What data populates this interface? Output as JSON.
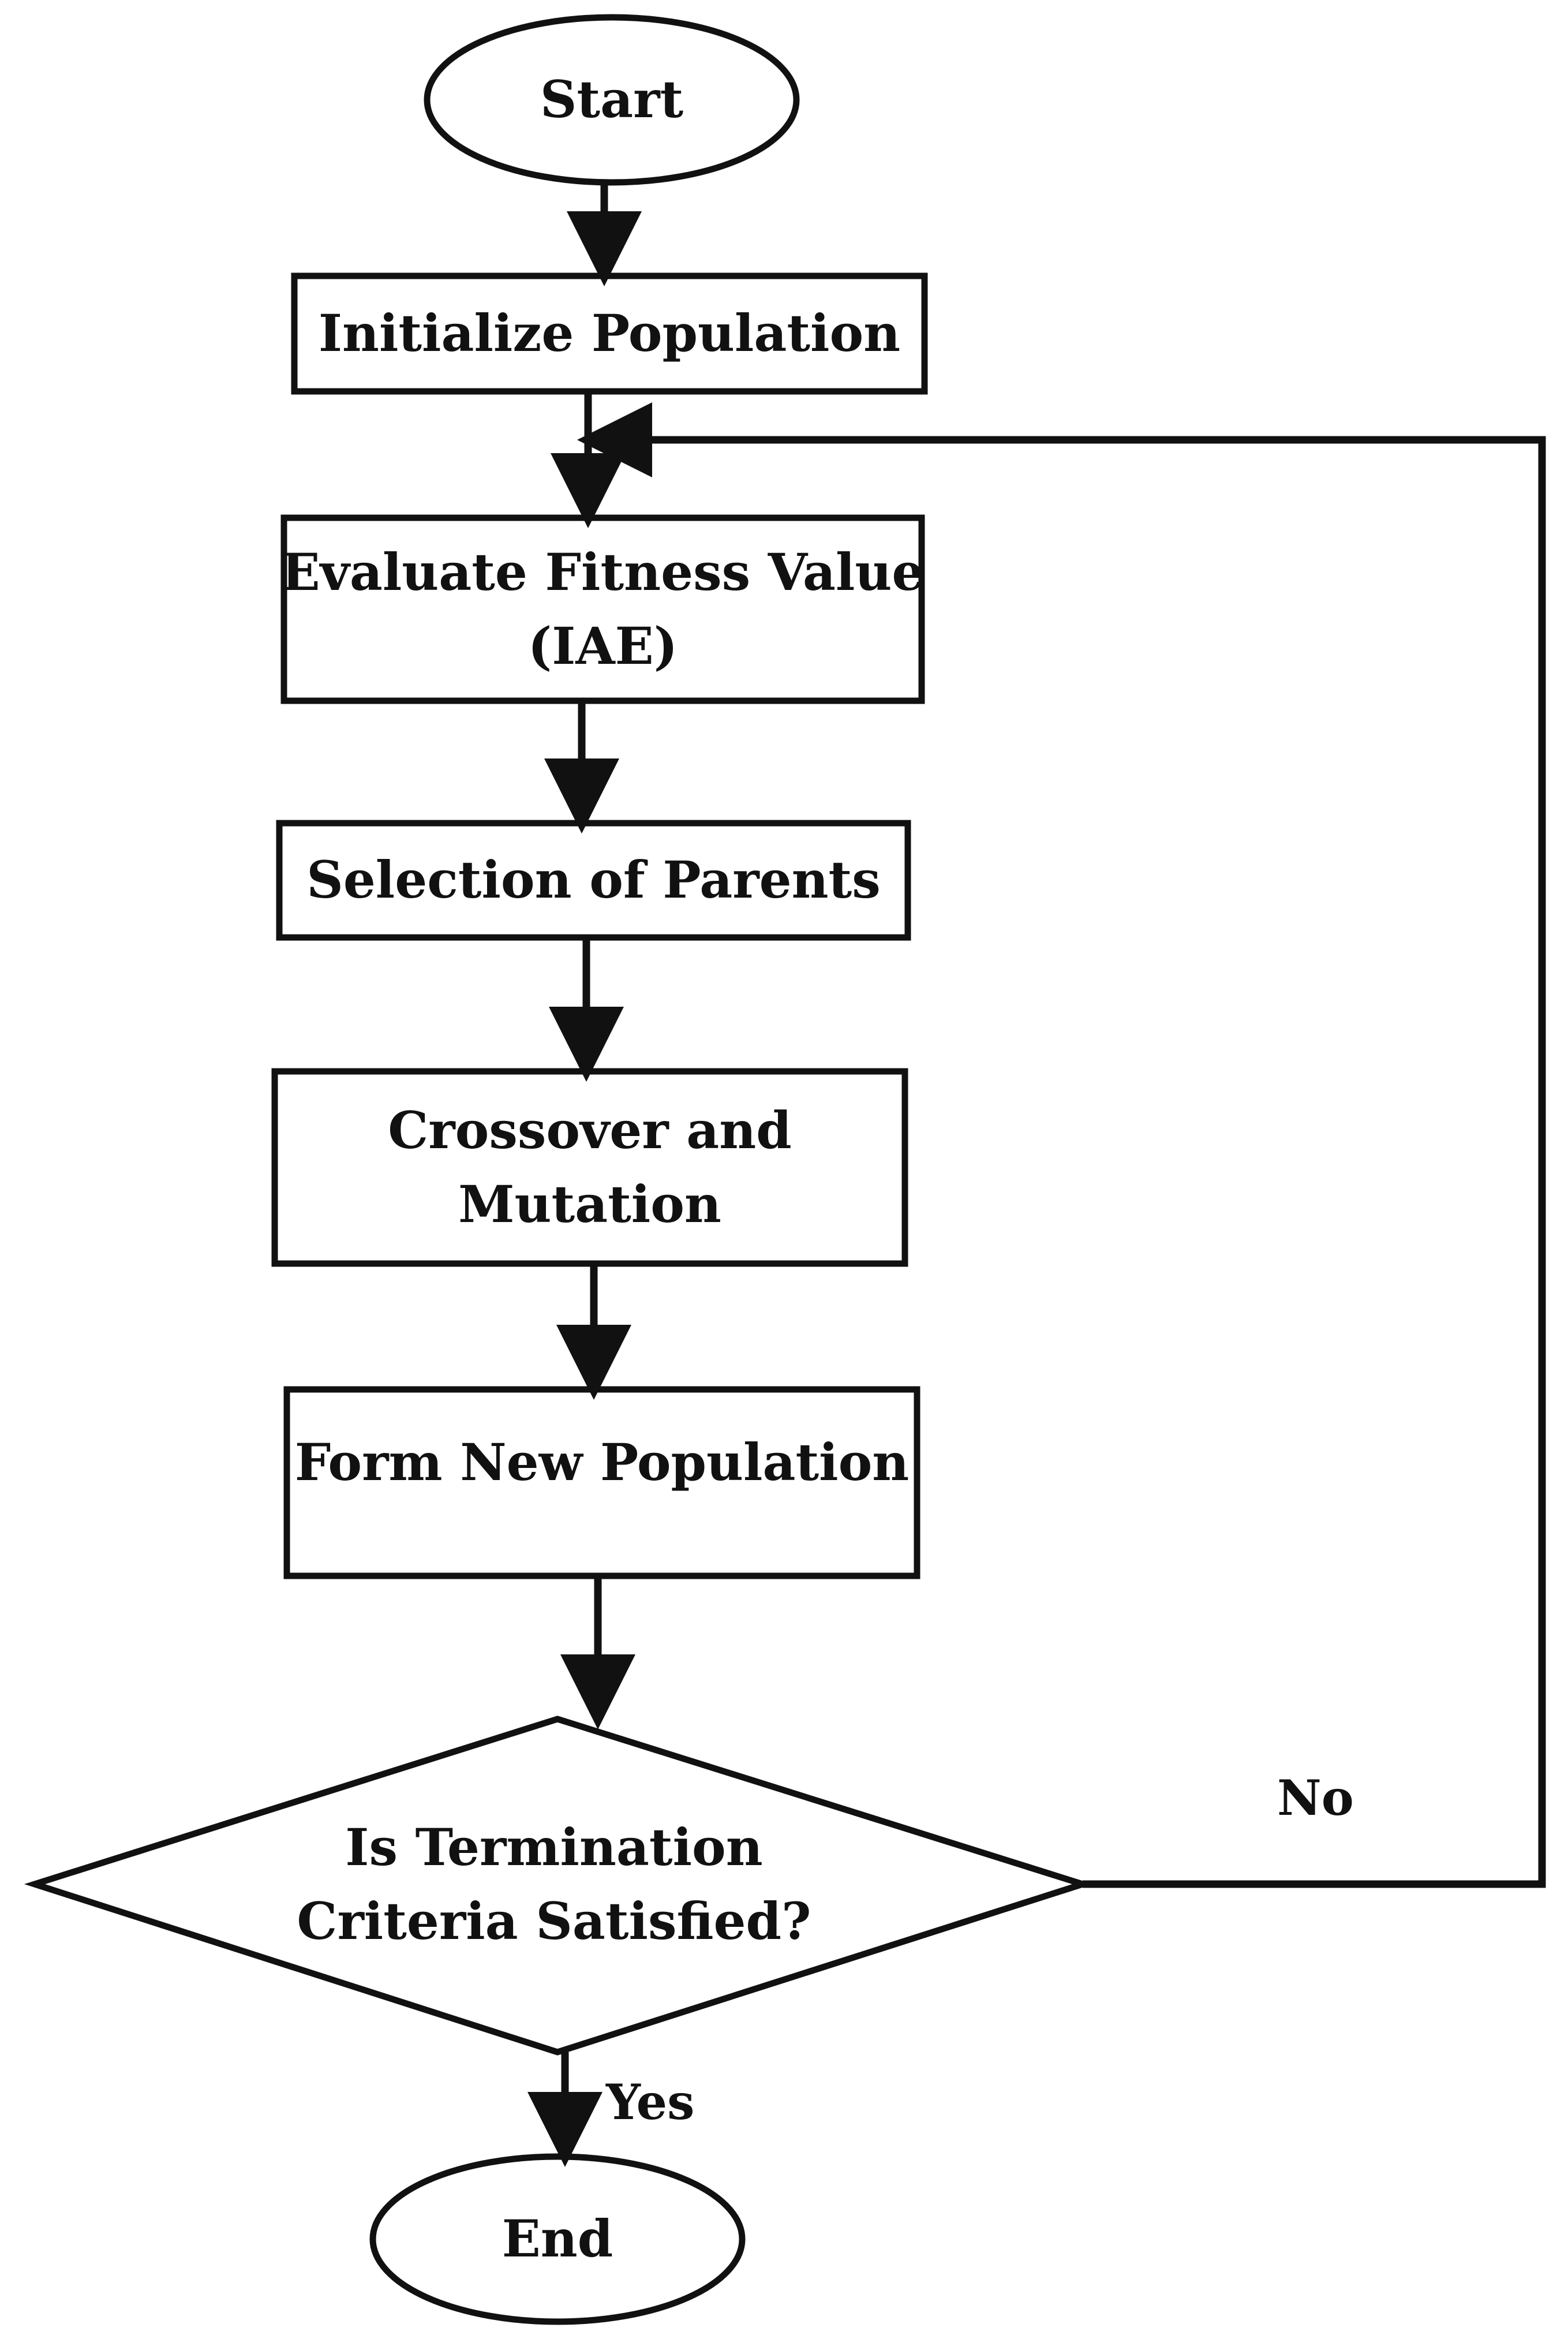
{
  "diagram": {
    "type": "flowchart",
    "nodes": {
      "start": {
        "shape": "ellipse",
        "lines": [
          "Start"
        ]
      },
      "init": {
        "shape": "rectangle",
        "lines": [
          "Initialize Population"
        ]
      },
      "evaluate": {
        "shape": "rectangle",
        "lines": [
          "Evaluate Fitness Value",
          "(IAE)"
        ]
      },
      "selection": {
        "shape": "rectangle",
        "lines": [
          "Selection of Parents"
        ]
      },
      "crossover": {
        "shape": "rectangle",
        "lines": [
          "Crossover and",
          "Mutation"
        ]
      },
      "form": {
        "shape": "rectangle",
        "lines": [
          "Form New Population"
        ]
      },
      "decision": {
        "shape": "diamond",
        "lines": [
          "Is Termination",
          "Criteria Satisfied?"
        ]
      },
      "end": {
        "shape": "ellipse",
        "lines": [
          "End"
        ]
      }
    },
    "edges": [
      {
        "from": "start",
        "to": "init",
        "label": ""
      },
      {
        "from": "init",
        "to": "evaluate",
        "label": ""
      },
      {
        "from": "evaluate",
        "to": "selection",
        "label": ""
      },
      {
        "from": "selection",
        "to": "crossover",
        "label": ""
      },
      {
        "from": "crossover",
        "to": "form",
        "label": ""
      },
      {
        "from": "form",
        "to": "decision",
        "label": ""
      },
      {
        "from": "decision",
        "to": "end",
        "label": "Yes"
      },
      {
        "from": "decision",
        "to": "evaluate",
        "label": "No"
      }
    ],
    "labels": {
      "yes": "Yes",
      "no": "No"
    },
    "colors": {
      "stroke": "#111111",
      "text": "#111111",
      "background": "#ffffff"
    }
  }
}
